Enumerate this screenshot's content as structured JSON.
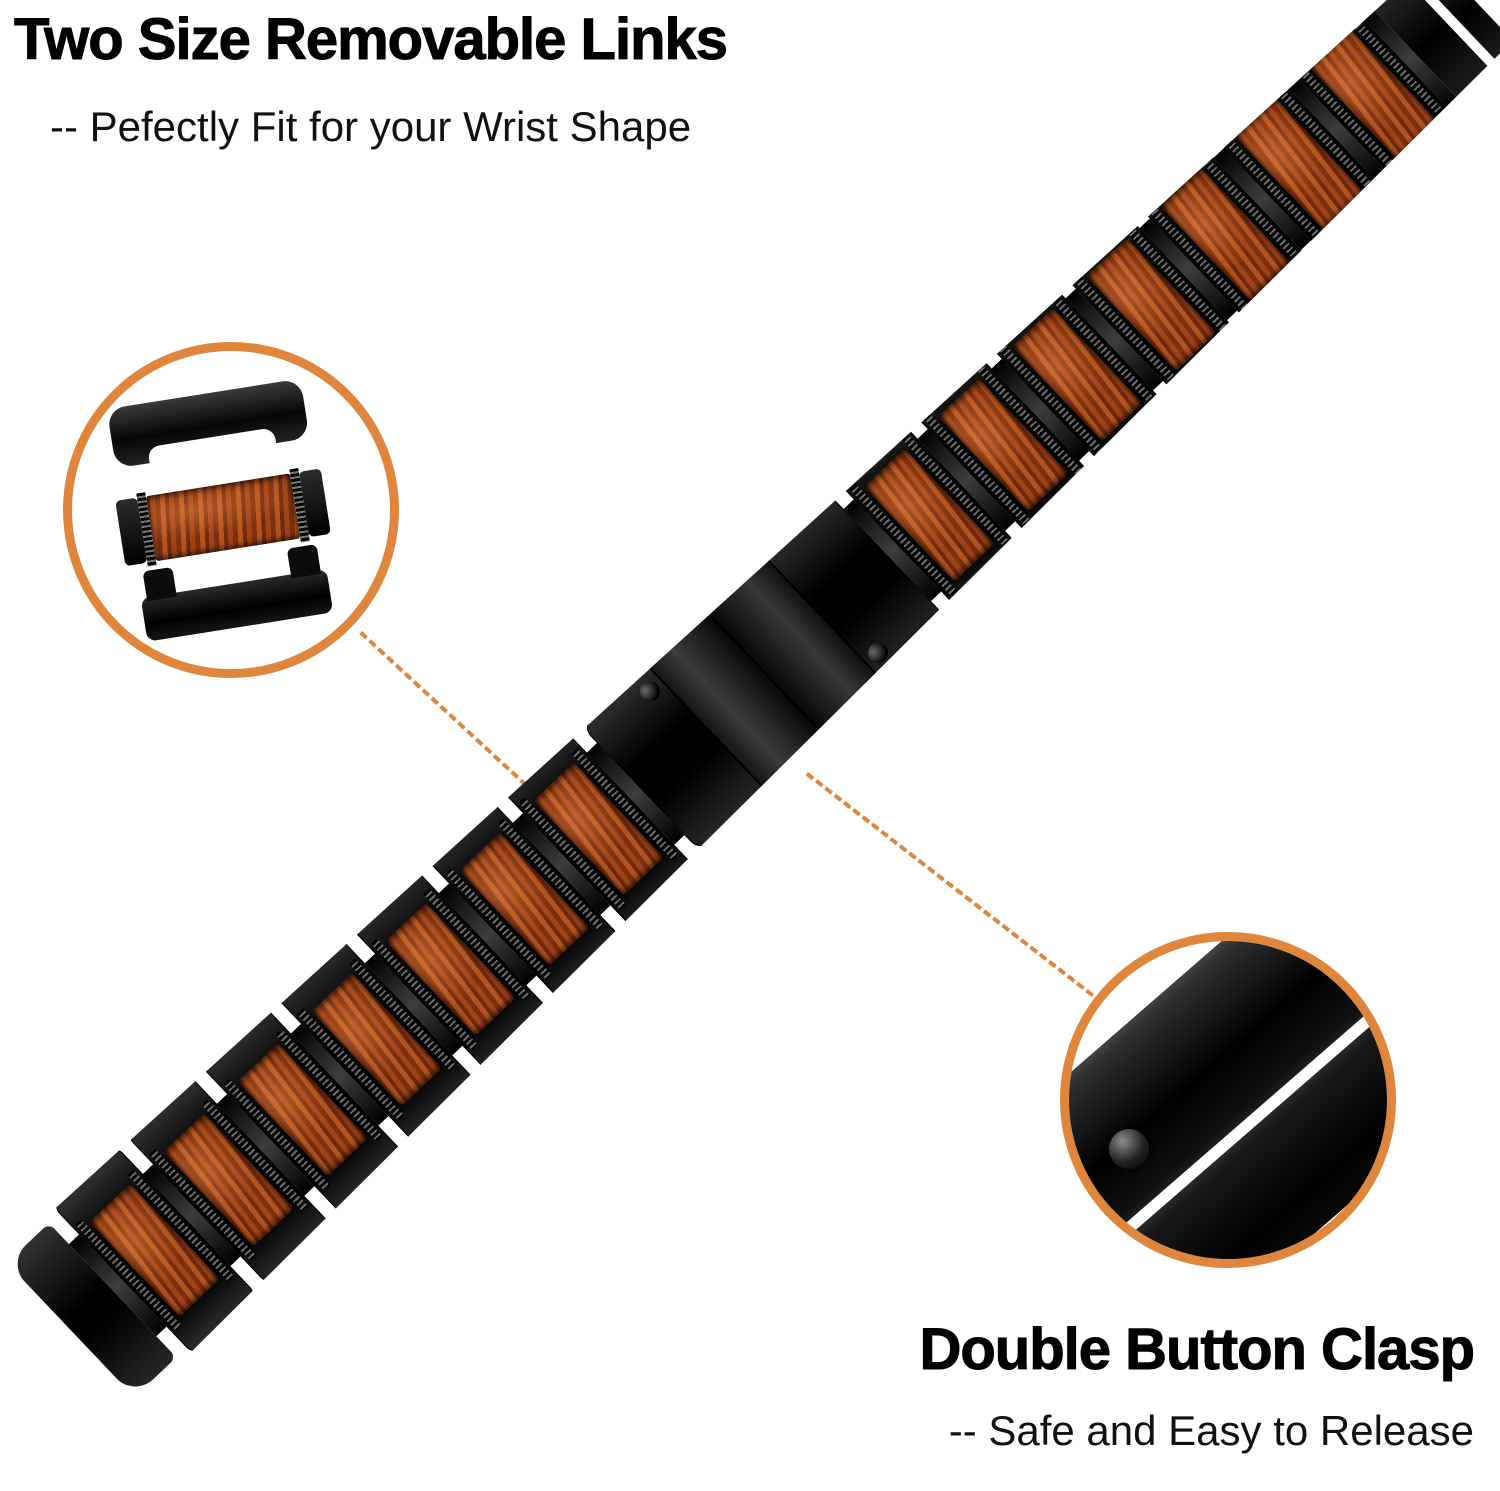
{
  "annotations": {
    "top": {
      "title": "Two Size Removable Links",
      "subtitle": "-- Pefectly Fit for your Wrist Shape"
    },
    "bottom": {
      "title": "Double Button Clasp",
      "subtitle": "-- Safe and Easy to Release"
    }
  },
  "band": {
    "left_wood_links": 7,
    "right_wood_links": 7
  },
  "colors": {
    "accent_orange": "#e0853c",
    "metal_black": "#0a0a0a",
    "wood_light": "#b3541e",
    "wood_dark": "#6f2a0e",
    "background": "#ffffff"
  }
}
